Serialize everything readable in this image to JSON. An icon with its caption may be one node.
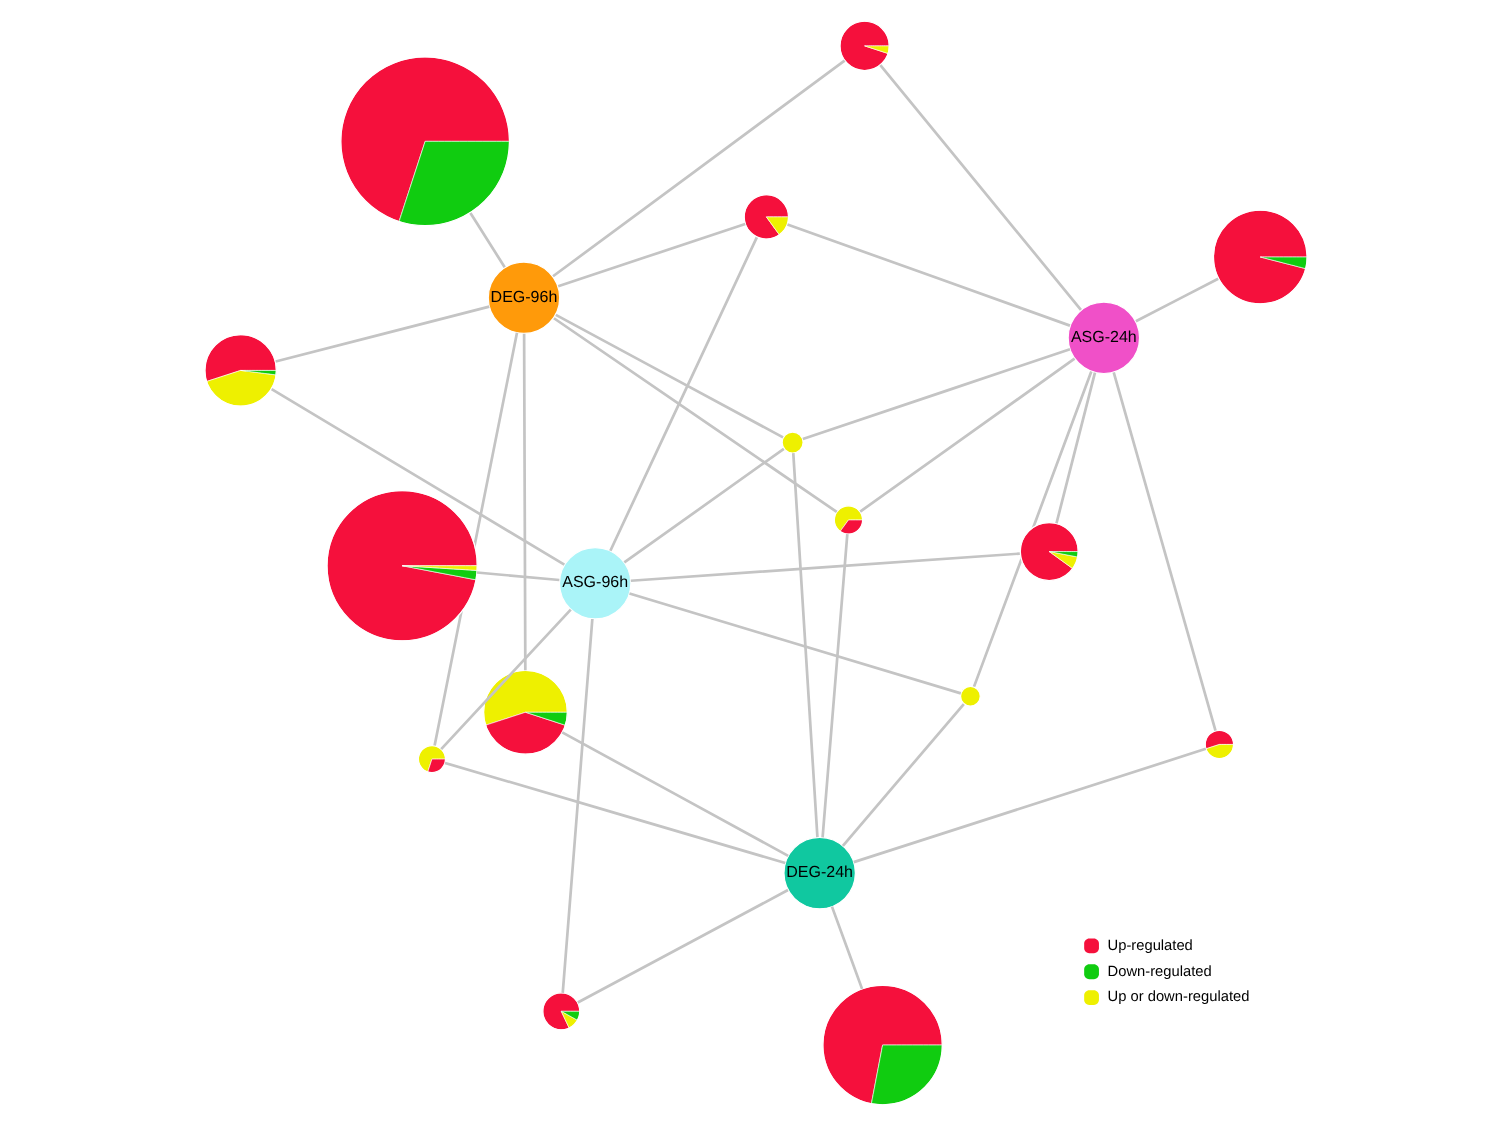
{
  "diagram": {
    "nodes": [
      {
        "text": [],
        "shape": "circle"
      },
      {
        "text": [
          "DEG-24h"
        ]
      },
      {
        "text": [],
        "shape": "circle"
      },
      {
        "text": [],
        "shape": "circle"
      },
      {
        "text": [
          "DEG-96h"
        ]
      },
      {
        "text": [],
        "shape": "circle"
      },
      {
        "text": [],
        "shape": "circle"
      },
      {
        "text": [],
        "shape": "circle"
      },
      {
        "text": [],
        "shape": "circle"
      },
      {
        "text": [],
        "shape": "circle"
      },
      {
        "text": [],
        "shape": "circle"
      },
      {
        "text": [],
        "shape": "circle"
      },
      {
        "text": [
          "ASG-24h"
        ]
      },
      {
        "text": [],
        "shape": "circle"
      },
      {
        "text": [],
        "shape": "circle"
      },
      {
        "text": [],
        "shape": "circle"
      },
      {
        "text": [],
        "shape": "circle"
      },
      {
        "text": [
          "ASG-96h"
        ]
      },
      {
        "text": [],
        "shape": "circle"
      }
    ],
    "edges": [
      {
        "from": 1,
        "to": 0,
        "arrow": "none"
      },
      {
        "from": 1,
        "to": 2,
        "arrow": "none"
      },
      {
        "from": 4,
        "to": 2,
        "arrow": "none"
      },
      {
        "from": 4,
        "to": 3,
        "arrow": "none"
      },
      {
        "from": 4,
        "to": 5,
        "arrow": "none"
      },
      {
        "from": 12,
        "to": 5,
        "arrow": "none"
      },
      {
        "from": 1,
        "to": 6,
        "arrow": "none"
      },
      {
        "from": 4,
        "to": 6,
        "arrow": "none"
      },
      {
        "from": 12,
        "to": 6,
        "arrow": "none"
      },
      {
        "from": 1,
        "to": 7,
        "arrow": "none"
      },
      {
        "from": 12,
        "to": 7,
        "arrow": "none"
      },
      {
        "from": 1,
        "to": 8,
        "arrow": "none"
      },
      {
        "from": 4,
        "to": 8,
        "arrow": "none"
      },
      {
        "from": 17,
        "to": 8,
        "arrow": "none"
      },
      {
        "from": 1,
        "to": 9,
        "arrow": "none"
      },
      {
        "from": 4,
        "to": 9,
        "arrow": "none"
      },
      {
        "from": 12,
        "to": 9,
        "arrow": "none"
      },
      {
        "from": 17,
        "to": 9,
        "arrow": "none"
      },
      {
        "from": 4,
        "to": 10,
        "arrow": "none"
      },
      {
        "from": 12,
        "to": 10,
        "arrow": "none"
      },
      {
        "from": 17,
        "to": 10,
        "arrow": "none"
      },
      {
        "from": 4,
        "to": 11,
        "arrow": "none"
      },
      {
        "from": 17,
        "to": 11,
        "arrow": "none"
      },
      {
        "from": 12,
        "to": 13,
        "arrow": "none"
      },
      {
        "from": 1,
        "to": 14,
        "arrow": "none"
      },
      {
        "from": 12,
        "to": 14,
        "arrow": "none"
      },
      {
        "from": 17,
        "to": 14,
        "arrow": "none"
      },
      {
        "from": 1,
        "to": 15,
        "arrow": "none"
      },
      {
        "from": 17,
        "to": 15,
        "arrow": "none"
      },
      {
        "from": 12,
        "to": 16,
        "arrow": "none"
      },
      {
        "from": 17,
        "to": 16,
        "arrow": "none"
      },
      {
        "from": 17,
        "to": 18,
        "arrow": "none"
      }
    ],
    "legend": [
      {
        "text": "Up-regulated",
        "color": "#f5103c"
      },
      {
        "text": "Down-regulated",
        "color": "#10cc10"
      },
      {
        "text": "Up or down-regulated",
        "color": "#eef000"
      }
    ]
  }
}
